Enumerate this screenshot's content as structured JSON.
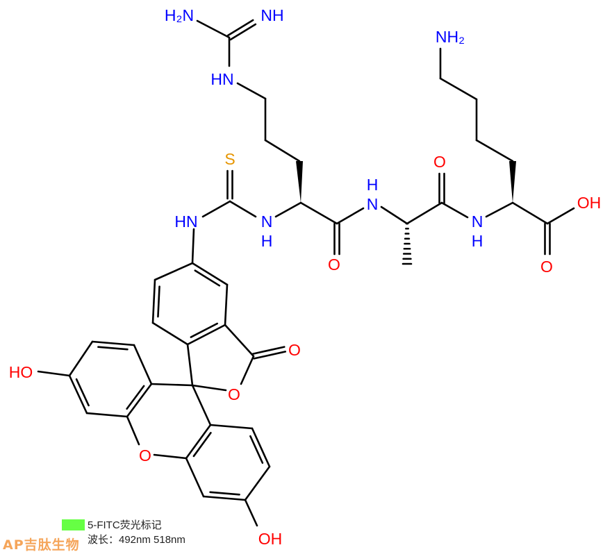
{
  "molecule": {
    "atoms": {
      "guan_h2n": "H₂N",
      "guan_nh": "NH",
      "arg_hn": "HN",
      "thio_s": "S",
      "thio_hn": "HN",
      "arg_n": "N",
      "arg_nh_h": "H",
      "arg_o": "O",
      "ala_n": "N",
      "ala_nh_h": "H",
      "ala_o": "O",
      "lys_n": "N",
      "lys_nh_h": "H",
      "lys_nh2": "NH₂",
      "lys_oh": "OH",
      "lys_o": "O",
      "lactone_o": "O",
      "ring_o": "O",
      "xanthene_o": "O",
      "ho_left": "HO",
      "oh_bottom": "OH"
    },
    "colors": {
      "bond": "#000000",
      "nitrogen": "#0000ff",
      "oxygen": "#ff0000",
      "sulfur": "#e69500"
    }
  },
  "legend": {
    "swatch_color": "#66ff44",
    "label": "5-FITC荧光标记",
    "wavelength": "波长：492nm 518nm"
  },
  "logo": {
    "text": "AP吉肽生物",
    "color": "#f5a55a"
  }
}
